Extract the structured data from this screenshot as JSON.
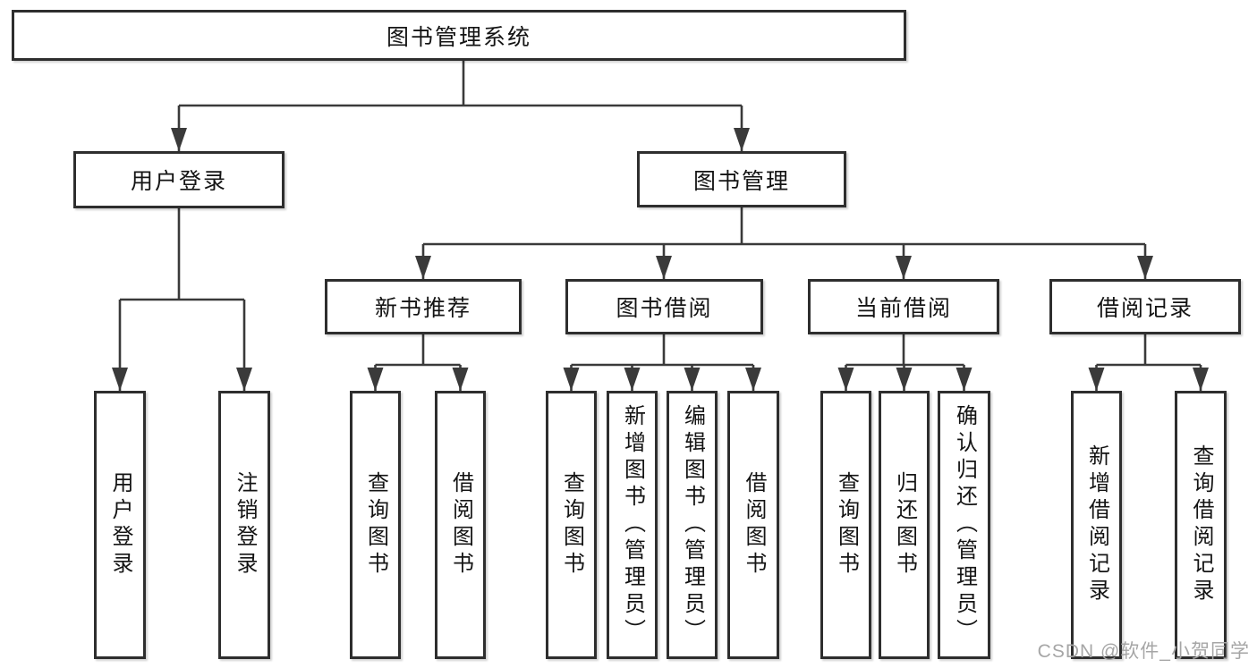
{
  "tree": {
    "root": "图书管理系统",
    "level1": [
      {
        "label": "用户登录"
      },
      {
        "label": "图书管理"
      }
    ],
    "user_leaves": [
      "用户登录",
      "注销登录"
    ],
    "level2": [
      {
        "label": "新书推荐",
        "leaves": [
          "查询图书",
          "借阅图书"
        ]
      },
      {
        "label": "图书借阅",
        "leaves": [
          "查询图书",
          "新增图书（管理员）",
          "编辑图书（管理员）",
          "借阅图书"
        ]
      },
      {
        "label": "当前借阅",
        "leaves": [
          "查询图书",
          "归还图书",
          "确认归还（管理员）"
        ]
      },
      {
        "label": "借阅记录",
        "leaves": [
          "新增借阅记录",
          "查询借阅记录"
        ]
      }
    ]
  },
  "watermark": "CSDN @软件_小贺同学",
  "colors": {
    "line": "#3a3a3a",
    "box_border": "#2e2e2e",
    "box_fill": "#ffffff",
    "text": "#141414",
    "watermark": "#a6a6a6",
    "background": "#ffffff"
  }
}
